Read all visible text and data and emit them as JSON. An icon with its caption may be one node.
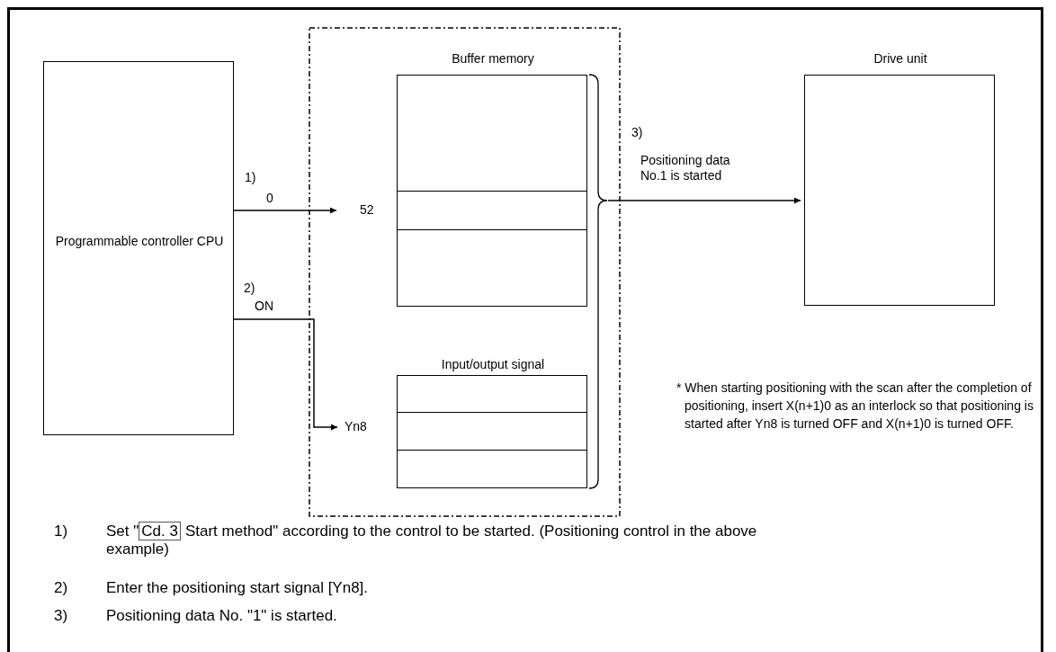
{
  "diagram": {
    "nodes": [
      {
        "text": [],
        "shape": "box"
      },
      {
        "text": [
          "Programmable controller CPU"
        ]
      },
      {
        "text": [
          "Buffer memory"
        ],
        "in": 0
      },
      {
        "text": [
          "Input/output signal"
        ],
        "in": 0
      },
      {
        "text": [
          "Drive unit"
        ]
      },
      {
        "text": [
          "52"
        ],
        "in": 0
      },
      {
        "text": [
          "Yn8"
        ],
        "in": 0
      },
      {
        "text": [],
        "shape": "bracket",
        "in": 0
      }
    ],
    "edges": [
      {
        "from": 1,
        "to": 5,
        "label": "0",
        "arrow": "to"
      },
      {
        "from": 1,
        "to": 6,
        "label": "ON",
        "arrow": "to"
      },
      {
        "from": 7,
        "to": 4,
        "label": "Positioning data No.1 is started",
        "arrow": "to"
      }
    ],
    "labels": [
      "1)",
      "2)",
      "3)",
      "* When starting positioning with the scan after the completion of positioning, insert X(n+1)0 as an interlock so that positioning is started after Yn8 is turned OFF and X(n+1)0 is turned OFF.",
      "1)",
      "Set \"",
      "Cd. 3",
      "Start method\" according to the control to be started. (Positioning control in the above example)",
      "2)",
      "Enter the positioning start signal [Yn8].",
      "3)",
      "Positioning data No. \"1\" is started."
    ]
  }
}
